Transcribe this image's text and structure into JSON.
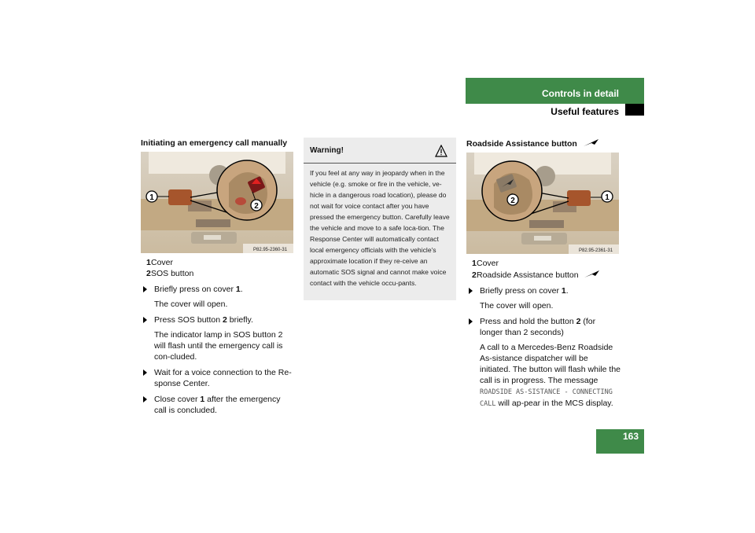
{
  "header": {
    "section": "Controls in detail",
    "subsection": "Useful features",
    "page_number": "163"
  },
  "left": {
    "heading": "Initiating an emergency call manually",
    "image_code": "P82.95-2360-31",
    "callouts": [
      "1",
      "2"
    ],
    "legend": [
      {
        "num": "1",
        "label": "Cover"
      },
      {
        "num": "2",
        "label": "SOS button"
      }
    ],
    "steps": [
      {
        "pre": "Briefly press on cover ",
        "num": "1",
        "post": ".",
        "result": "The cover will open."
      },
      {
        "pre": "Press SOS button ",
        "num": "2",
        "post": " briefly.",
        "result": "The indicator lamp in SOS button 2 will flash until the emergency call is con-cluded."
      },
      {
        "pre": "Wait for a voice connection to the Re-sponse Center.",
        "num": "",
        "post": "",
        "result": ""
      },
      {
        "pre": "Close cover ",
        "num": "1",
        "post": " after the emergency call is concluded.",
        "result": ""
      }
    ]
  },
  "warning": {
    "title": "Warning!",
    "icon": "warning-triangle-icon",
    "text": "If you feel at any way in jeopardy when in the vehicle (e.g. smoke or fire in the vehicle, ve-hicle in a dangerous road location), please do not wait for voice contact after you have pressed the emergency button. Carefully leave the vehicle and move to a safe loca-tion. The Response Center will automatically contact local emergency officials with the vehicle's approximate location if they re-ceive an automatic SOS signal and cannot make voice contact with the vehicle occu-pants."
  },
  "right": {
    "heading": "Roadside Assistance button",
    "heading_icon": "roadside-assistance-icon",
    "image_code": "P82.95-2361-31",
    "callouts": [
      "1",
      "2"
    ],
    "legend": [
      {
        "num": "1",
        "label": "Cover"
      },
      {
        "num": "2",
        "label": "Roadside Assistance button"
      }
    ],
    "steps": [
      {
        "pre": "Briefly press on cover ",
        "num": "1",
        "post": ".",
        "result": "The cover will open."
      },
      {
        "pre": "Press and hold the button ",
        "num": "2",
        "post": " (for longer than 2 seconds)"
      }
    ],
    "result_text_1": "A call to a Mercedes-Benz Roadside As-sistance dispatcher will be initiated. The button will flash while the call is in progress. The message ",
    "display_message": "ROADSIDE AS-SISTANCE - CONNECTING CALL",
    "result_text_2": " will ap-pear in the MCS display."
  },
  "colors": {
    "accent_green": "#3f8a49",
    "warning_bg": "#ececec"
  }
}
